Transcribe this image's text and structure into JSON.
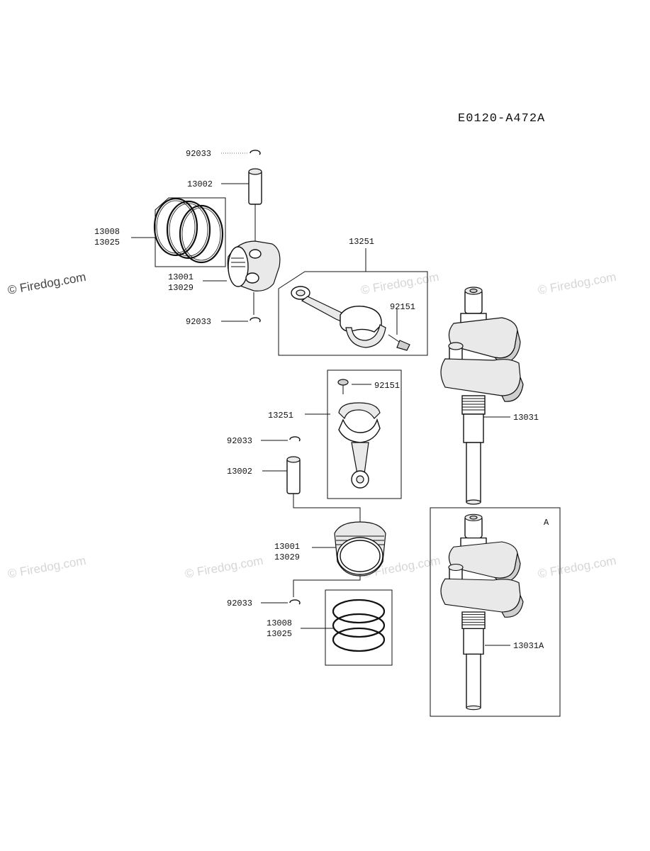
{
  "diagram_code": "E0120-A472A",
  "watermark": "© Firedog.com",
  "inset_label": "A",
  "callouts": {
    "upper_clip_top": "92033",
    "upper_pin": "13002",
    "upper_rings_a": "13008",
    "upper_rings_b": "13025",
    "upper_piston_a": "13001",
    "upper_piston_b": "13029",
    "upper_clip_bottom": "92033",
    "upper_rod": "13251",
    "upper_rod_bolt": "92151",
    "lower_rod_bolt": "92151",
    "lower_rod": "13251",
    "lower_clip_top": "92033",
    "lower_pin": "13002",
    "lower_piston_a": "13001",
    "lower_piston_b": "13029",
    "lower_clip_bottom": "92033",
    "lower_rings_a": "13008",
    "lower_rings_b": "13025",
    "crankshaft": "13031",
    "crankshaft_a": "13031A"
  }
}
